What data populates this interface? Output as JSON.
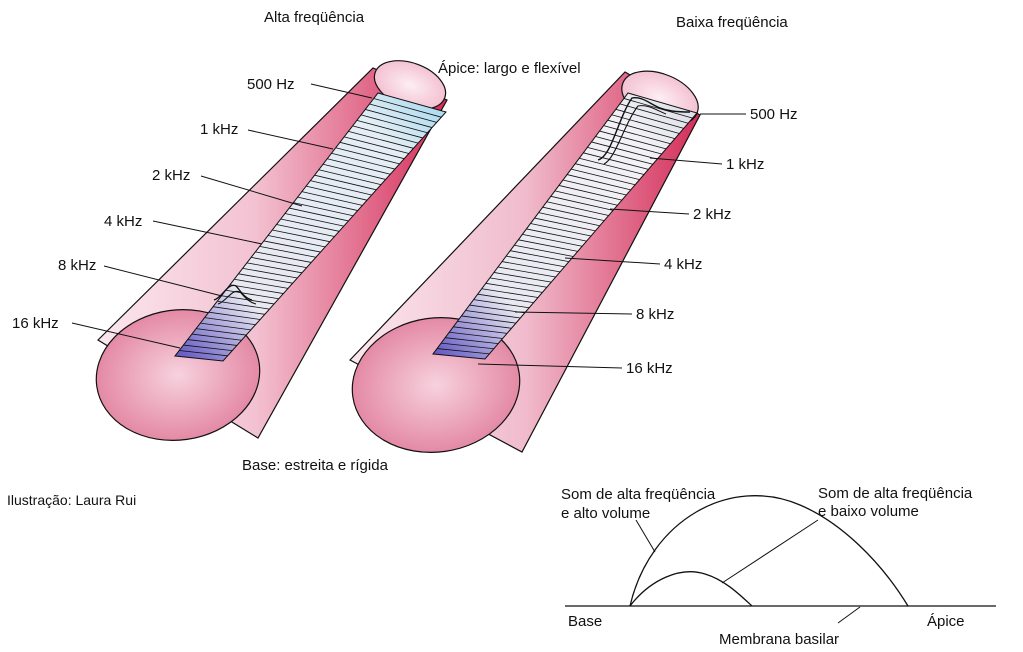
{
  "left_cochlea": {
    "title": "Alta freqüência",
    "labels": [
      "500 Hz",
      "1 kHz",
      "2 kHz",
      "4 kHz",
      "8 kHz",
      "16 kHz"
    ]
  },
  "right_cochlea": {
    "title": "Baixa freqüência",
    "labels": [
      "500 Hz",
      "1 kHz",
      "2 kHz",
      "4 kHz",
      "8 kHz",
      "16 kHz"
    ]
  },
  "apex_label": "Ápice: largo e flexível",
  "base_label": "Base: estreita e rígida",
  "credit": "Ilustração: Laura Rui",
  "wave_diagram": {
    "high_loud_line1": "Som de alta freqüência",
    "high_loud_line2": "e alto volume",
    "high_soft_line1": "Som de alta freqüência",
    "high_soft_line2": "e baixo volume",
    "base": "Base",
    "apex": "Ápice",
    "membrane": "Membrana basilar"
  },
  "colors": {
    "tube_light": "#f6c9d8",
    "tube_dark": "#d8305a",
    "base_blue": "#6a5fc8",
    "apex_blue": "#a9d9ee",
    "outline": "#111111"
  }
}
